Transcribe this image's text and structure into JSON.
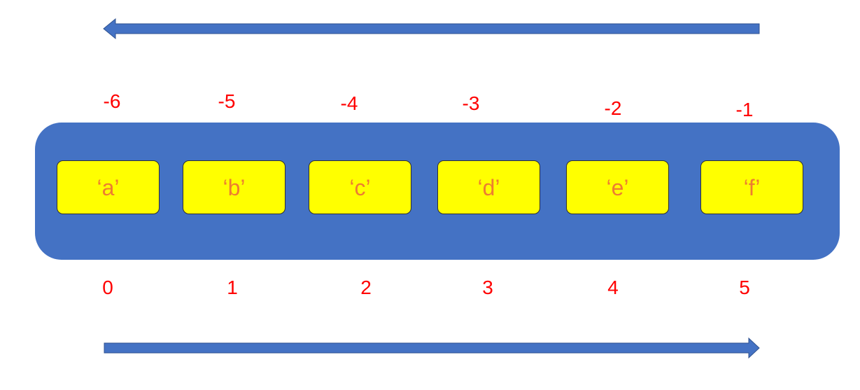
{
  "colors": {
    "arrow": "#4472c4",
    "container": "#4472c4",
    "cell_fill": "#ffff00",
    "cell_text": "#ed7d31",
    "index_text": "#ff0000"
  },
  "cells": [
    "‘a’",
    "‘b’",
    "‘c’",
    "‘d’",
    "‘e’",
    "‘f’"
  ],
  "negative_indices": [
    "-6",
    "-5",
    "-4",
    "-3",
    "-2",
    "-1"
  ],
  "positive_indices": [
    "0",
    "1",
    "2",
    "3",
    "4",
    "5"
  ]
}
